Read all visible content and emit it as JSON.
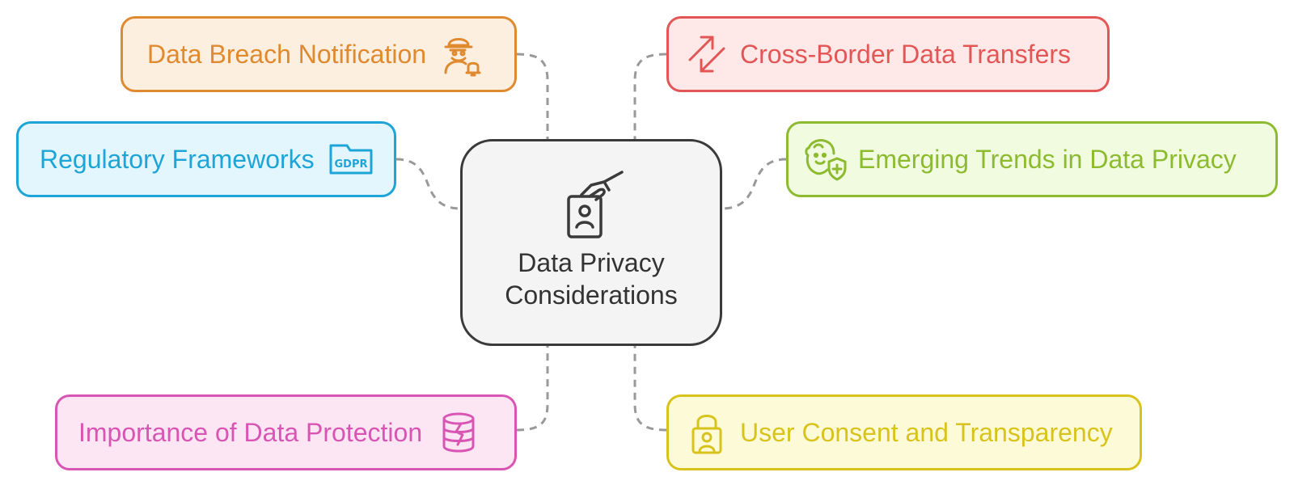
{
  "center": {
    "line1": "Data Privacy",
    "line2": "Considerations",
    "icon": "id-card-hand-icon"
  },
  "nodes": {
    "breach": {
      "label": "Data Breach Notification",
      "icon": "hacker-bell-icon",
      "color": "#e08a2f",
      "bg": "#fdefe0"
    },
    "regulatory": {
      "label": "Regulatory Frameworks",
      "icon": "gdpr-folder-icon",
      "color": "#1ea5d8",
      "bg": "#e4f6fd"
    },
    "importance": {
      "label": "Importance of Data Protection",
      "icon": "database-broken-icon",
      "color": "#d955b3",
      "bg": "#fde6f4"
    },
    "crossborder": {
      "label": "Cross-Border Data Transfers",
      "icon": "swap-arrows-icon",
      "color": "#e35656",
      "bg": "#ffe9e8"
    },
    "emerging": {
      "label": "Emerging Trends in Data Privacy",
      "icon": "baby-shield-icon",
      "color": "#8dbb30",
      "bg": "#f1fbe0"
    },
    "consent": {
      "label": "User Consent and Transparency",
      "icon": "padlock-user-icon",
      "color": "#d8c31d",
      "bg": "#fdfad8"
    }
  },
  "connector_color": "#999999"
}
